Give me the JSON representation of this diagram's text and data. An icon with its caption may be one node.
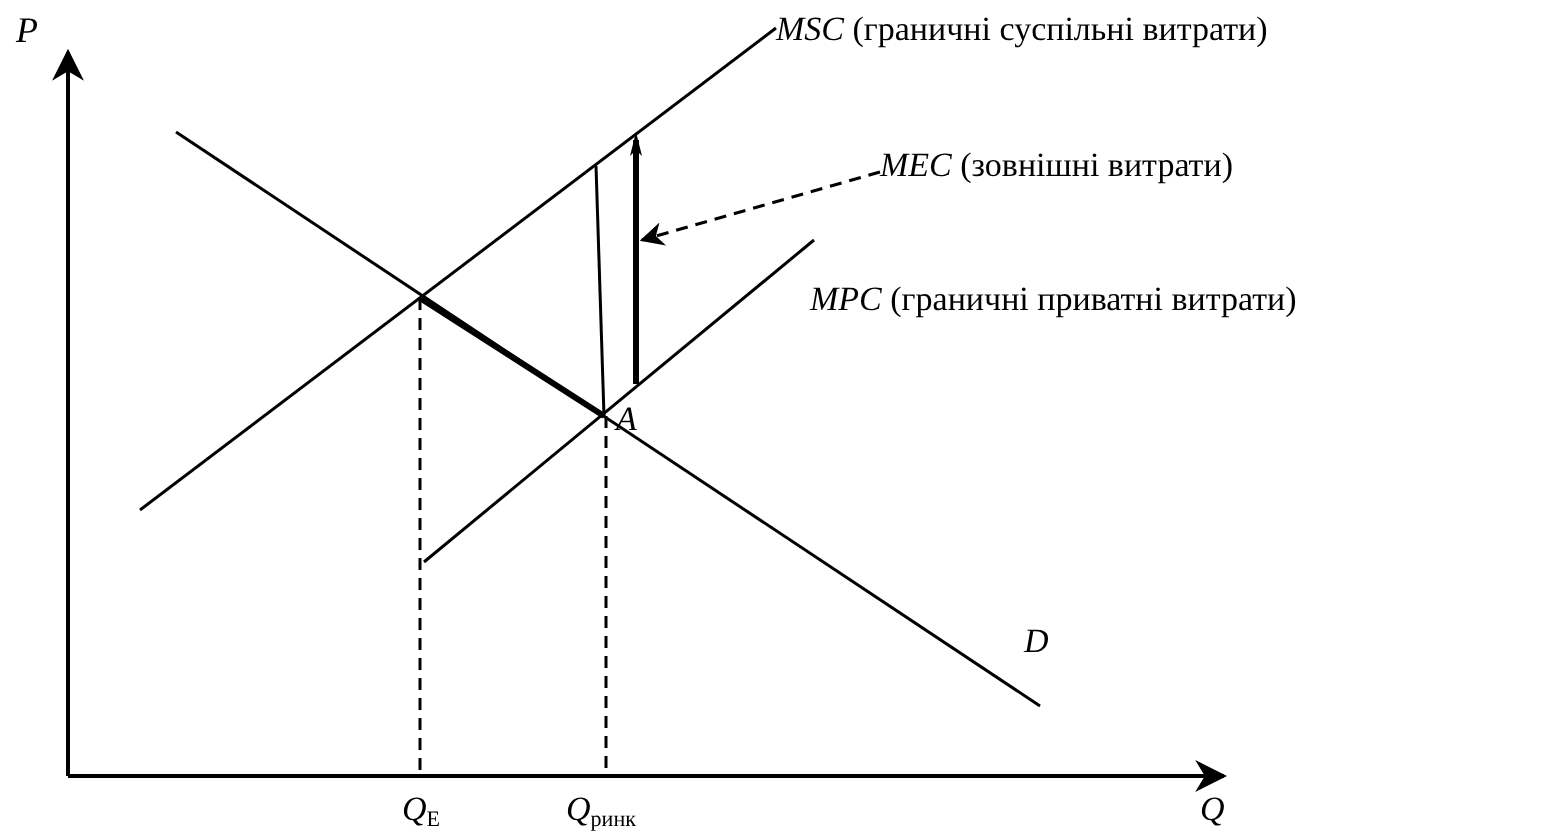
{
  "diagram": {
    "nodes": [
      {
        "text": [
          "*MEC* (зовнішні витрати)"
        ]
      },
      {
        "text": [],
        "shape": "arrow"
      }
    ],
    "edges": [
      {
        "from": 0,
        "to": 1,
        "arrow": "to",
        "style": "dashed"
      }
    ],
    "labels": [
      "*P*",
      "*MSC* (граничні суспільні витрати)",
      "*MPC* (граничні приватні витрати)",
      "*A*",
      "*D*",
      "*Q*$_{E}$",
      "*Q*$_{ринк}$",
      "*Q*"
    ]
  }
}
